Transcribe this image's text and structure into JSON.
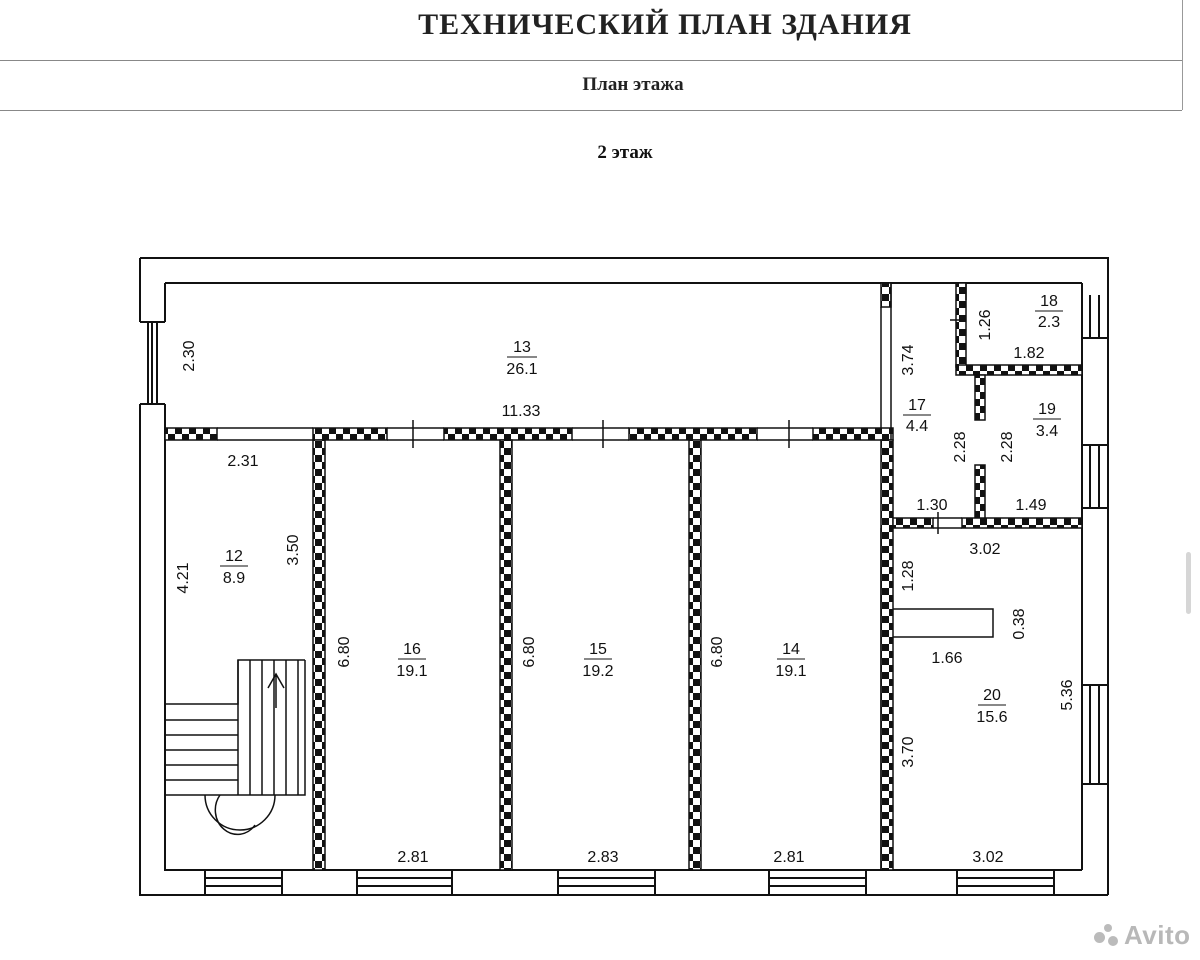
{
  "header": {
    "title": "ТЕХНИЧЕСКИЙ ПЛАН ЗДАНИЯ",
    "subtitle": "План этажа",
    "floor": "2 этаж"
  },
  "rooms": [
    {
      "id": "room-13",
      "number": "13",
      "area": "26.1"
    },
    {
      "id": "room-12",
      "number": "12",
      "area": "8.9"
    },
    {
      "id": "room-16",
      "number": "16",
      "area": "19.1"
    },
    {
      "id": "room-15",
      "number": "15",
      "area": "19.2"
    },
    {
      "id": "room-14",
      "number": "14",
      "area": "19.1"
    },
    {
      "id": "room-17",
      "number": "17",
      "area": "4.4"
    },
    {
      "id": "room-18",
      "number": "18",
      "area": "2.3"
    },
    {
      "id": "room-19",
      "number": "19",
      "area": "3.4"
    },
    {
      "id": "room-20",
      "number": "20",
      "area": "15.6"
    }
  ],
  "dimensions": {
    "d_2_30": "2.30",
    "d_11_33": "11.33",
    "d_3_74": "3.74",
    "d_1_26": "1.26",
    "d_1_82": "1.82",
    "d_2_31": "2.31",
    "d_4_21": "4.21",
    "d_3_50": "3.50",
    "d_6_80_a": "6.80",
    "d_6_80_b": "6.80",
    "d_6_80_c": "6.80",
    "d_2_28_a": "2.28",
    "d_2_28_b": "2.28",
    "d_1_30": "1.30",
    "d_1_49": "1.49",
    "d_3_02_top": "3.02",
    "d_1_28": "1.28",
    "d_0_38": "0.38",
    "d_1_66": "1.66",
    "d_5_36": "5.36",
    "d_3_70": "3.70",
    "d_2_81_a": "2.81",
    "d_2_83": "2.83",
    "d_2_81_b": "2.81",
    "d_3_02_bottom": "3.02"
  },
  "watermark": "Avito"
}
